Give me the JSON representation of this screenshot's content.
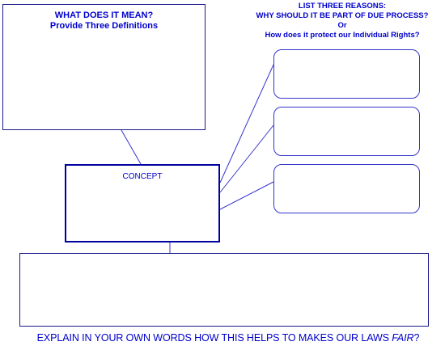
{
  "definitions": {
    "title_line1": "WHAT DOES IT MEAN?",
    "title_line2": "Provide Three Definitions"
  },
  "reasons": {
    "line1": "LIST THREE REASONS:",
    "line2": "WHY SHOULD IT BE PART OF DUE PROCESS?",
    "line3": "Or",
    "line4": "How does it protect our Individual Rights?"
  },
  "concept": {
    "label": "CONCEPT"
  },
  "footer": {
    "text": "EXPLAIN IN YOUR OWN WORDS HOW THIS HELPS TO MAKES OUR LAWS",
    "emphasis": "FAIR",
    "end": "?"
  },
  "colors": {
    "text": "#0000cc",
    "box_border": "#1a1a8c",
    "connector": "#3535cc"
  }
}
